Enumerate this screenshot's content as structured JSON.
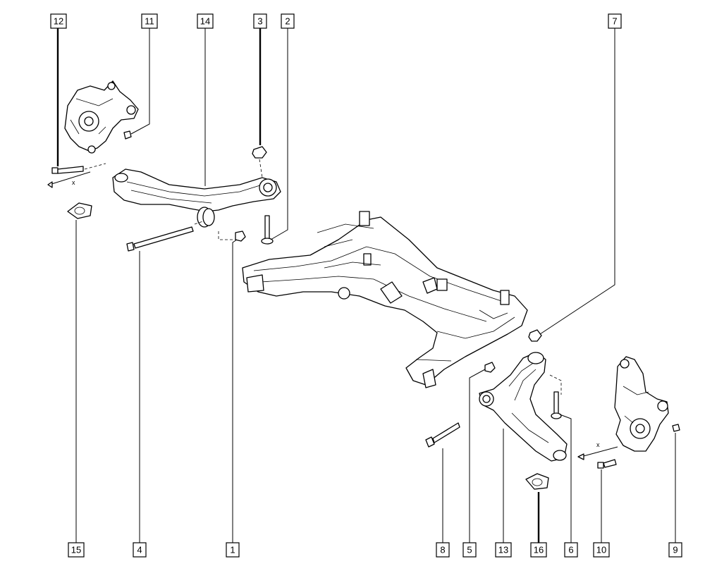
{
  "callouts": {
    "c1": "1",
    "c2": "2",
    "c3": "3",
    "c4": "4",
    "c5": "5",
    "c6": "6",
    "c7": "7",
    "c8": "8",
    "c9": "9",
    "c10": "10",
    "c11": "11",
    "c12": "12",
    "c13": "13",
    "c14": "14",
    "c15": "15",
    "c16": "16"
  },
  "marks": {
    "x_left": "x",
    "x_right": "x"
  },
  "colors": {
    "line": "#000000",
    "background": "#ffffff"
  }
}
